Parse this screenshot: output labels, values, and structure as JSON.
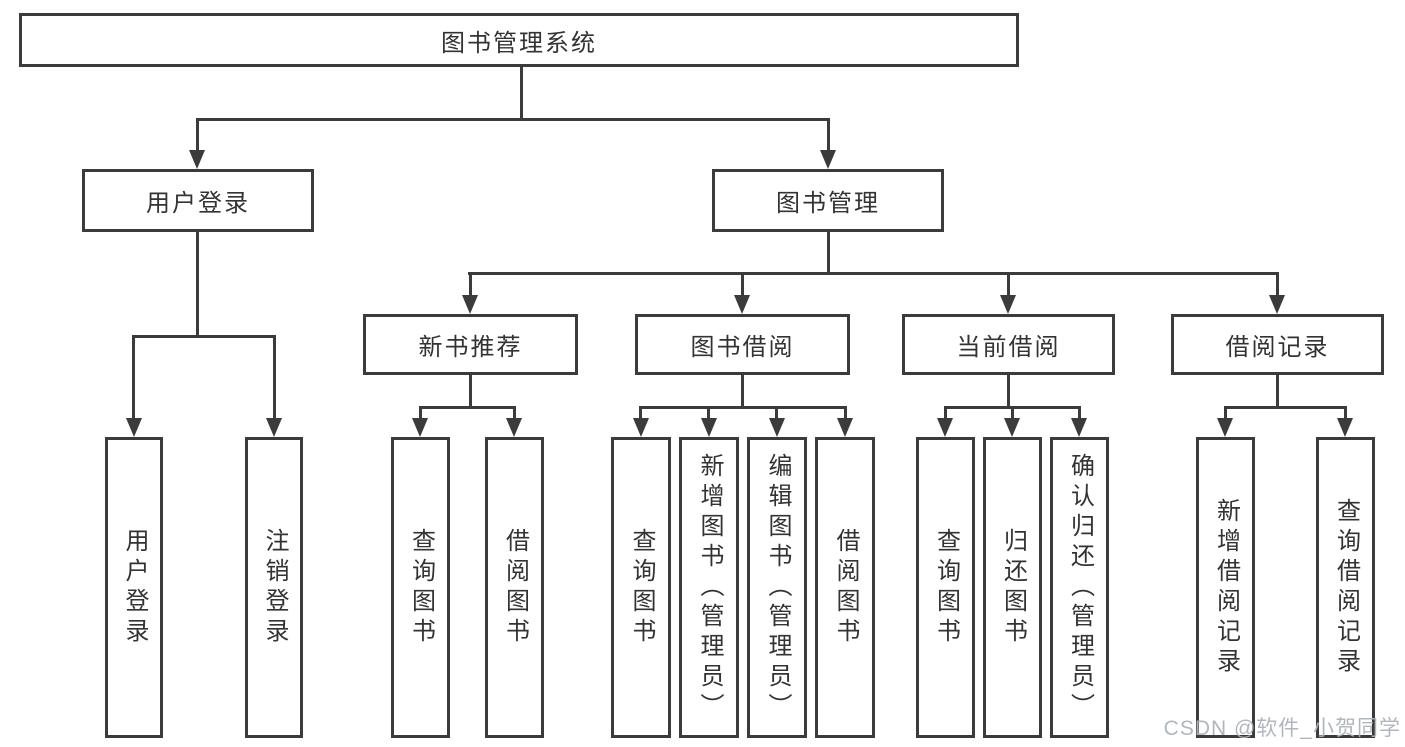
{
  "diagram": {
    "title": "图书管理系统",
    "root": {
      "label": "图书管理系统"
    },
    "level2": {
      "user_login": {
        "label": "用户登录"
      },
      "book_management": {
        "label": "图书管理"
      }
    },
    "level3": {
      "new_book_recommend": {
        "label": "新书推荐"
      },
      "book_borrow": {
        "label": "图书借阅"
      },
      "current_borrow": {
        "label": "当前借阅"
      },
      "borrow_records": {
        "label": "借阅记录"
      }
    },
    "leaves": {
      "user_login_action": {
        "label": "用户登录"
      },
      "logout": {
        "label": "注销登录"
      },
      "recommend_query_books": {
        "label": "查询图书"
      },
      "recommend_borrow_books": {
        "label": "借阅图书"
      },
      "borrow_query_books": {
        "label": "查询图书"
      },
      "borrow_add_books_admin": {
        "label": "新增图书（管理员）"
      },
      "borrow_edit_books_admin": {
        "label": "编辑图书（管理员）"
      },
      "borrow_borrow_books": {
        "label": "借阅图书"
      },
      "current_query_books": {
        "label": "查询图书"
      },
      "current_return_books": {
        "label": "归还图书"
      },
      "current_confirm_return_admin": {
        "label": "确认归还（管理员）"
      },
      "records_add_record": {
        "label": "新增借阅记录"
      },
      "records_query_record": {
        "label": "查询借阅记录"
      }
    }
  },
  "watermark": {
    "text": "CSDN @软件_小贺同学"
  },
  "colors": {
    "line": "#3b3b3b",
    "text": "#333333",
    "background": "#ffffff",
    "watermark": "#adb2b9"
  }
}
